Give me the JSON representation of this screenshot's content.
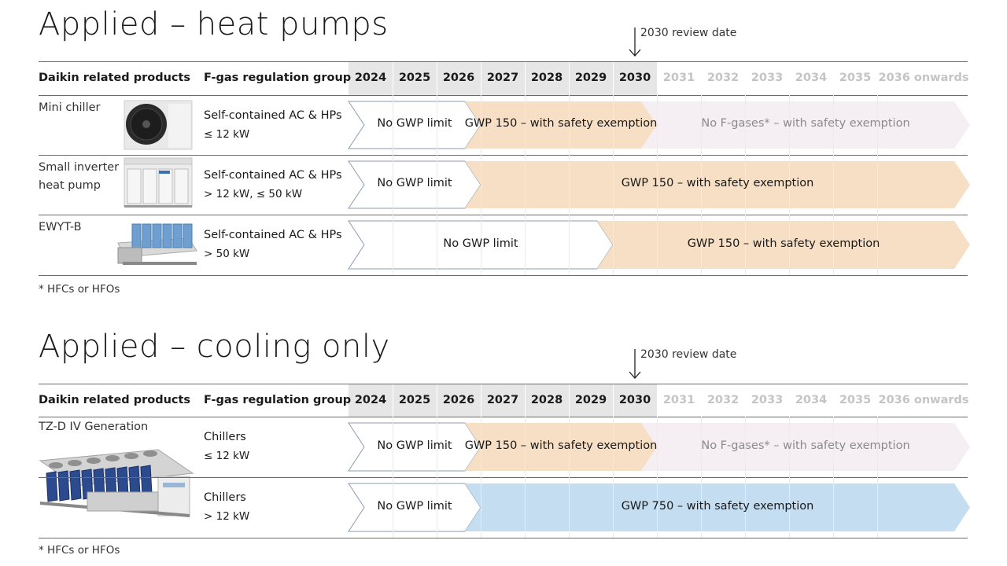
{
  "sections": [
    {
      "title": "Applied – heat pumps",
      "review_label": "2030 review date",
      "headers": {
        "products": "Daikin related products",
        "group": "F-gas regulation group"
      },
      "years": [
        "2024",
        "2025",
        "2026",
        "2027",
        "2028",
        "2029",
        "2030",
        "2031",
        "2032",
        "2033",
        "2034",
        "2035",
        "2036 onwards"
      ],
      "rows": [
        {
          "product": "Mini chiller",
          "product_icon": "mini-chiller-unit",
          "group_line1": "Self-contained AC & HPs",
          "group_line2": "≤ 12 kW",
          "phases": [
            {
              "label": "No GWP limit",
              "style": "none",
              "from": "2024",
              "to": "2026"
            },
            {
              "label": "GWP 150 – with safety exemption",
              "style": "gwp150",
              "from": "2027",
              "to": "2030"
            },
            {
              "label": "No F-gases* – with safety exemption",
              "style": "nofgas",
              "from": "2031",
              "to": "2036 onwards"
            }
          ]
        },
        {
          "product": "Small inverter\nheat pump",
          "product_icon": "inverter-heat-pump-unit",
          "group_line1": "Self-contained AC & HPs",
          "group_line2": "> 12 kW, ≤ 50 kW",
          "phases": [
            {
              "label": "No GWP limit",
              "style": "none",
              "from": "2024",
              "to": "2026"
            },
            {
              "label": "GWP 150 – with safety exemption",
              "style": "gwp150",
              "from": "2027",
              "to": "2036 onwards"
            }
          ]
        },
        {
          "product": "EWYT-B",
          "product_icon": "ewyt-b-unit",
          "group_line1": "Self-contained AC & HPs",
          "group_line2": "> 50 kW",
          "phases": [
            {
              "label": "No GWP limit",
              "style": "none",
              "from": "2024",
              "to": "2029"
            },
            {
              "label": "GWP 150 – with safety exemption",
              "style": "gwp150",
              "from": "2030",
              "to": "2036 onwards"
            }
          ]
        }
      ],
      "footnote": "* HFCs or HFOs"
    },
    {
      "title": "Applied – cooling only",
      "review_label": "2030 review date",
      "headers": {
        "products": "Daikin related products",
        "group": "F-gas regulation group"
      },
      "years": [
        "2024",
        "2025",
        "2026",
        "2027",
        "2028",
        "2029",
        "2030",
        "2031",
        "2032",
        "2033",
        "2034",
        "2035",
        "2036 onwards"
      ],
      "product_block": {
        "product": "TZ-D IV Generation",
        "product_icon": "tz-d-chiller-unit"
      },
      "rows": [
        {
          "group_line1": "Chillers",
          "group_line2": "≤ 12 kW",
          "phases": [
            {
              "label": "No GWP limit",
              "style": "none",
              "from": "2024",
              "to": "2026"
            },
            {
              "label": "GWP 150 – with safety exemption",
              "style": "gwp150",
              "from": "2027",
              "to": "2030"
            },
            {
              "label": "No F-gases* – with safety exemption",
              "style": "nofgas",
              "from": "2031",
              "to": "2036 onwards"
            }
          ]
        },
        {
          "group_line1": "Chillers",
          "group_line2": "> 12 kW",
          "phases": [
            {
              "label": "No GWP limit",
              "style": "none",
              "from": "2024",
              "to": "2026"
            },
            {
              "label": "GWP 750 – with safety exemption",
              "style": "gwp750",
              "from": "2027",
              "to": "2036 onwards"
            }
          ]
        }
      ],
      "footnote": "* HFCs or HFOs"
    }
  ],
  "active_through_year": "2030",
  "colors": {
    "gwp150": "#f6dfc4",
    "nofgas": "#f5eef2",
    "gwp750": "#c5ddf1",
    "none_fill": "#ffffff",
    "none_stroke": "#8a9bb0",
    "header_active_bg": "#e6e6e6",
    "future_year_text": "#c4c4c4",
    "nofgas_text": "#8b8b8b"
  }
}
